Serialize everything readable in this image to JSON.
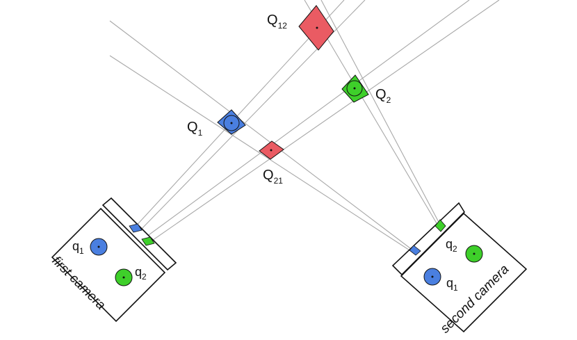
{
  "colors": {
    "blue": "#4a7fe0",
    "green": "#3ecf2a",
    "red": "#ea5b63",
    "ray": "#a8a8a8",
    "outline": "#111111"
  },
  "points": {
    "Q1": {
      "base": "Q",
      "sub": "1"
    },
    "Q2": {
      "base": "Q",
      "sub": "2"
    },
    "Q12": {
      "base": "Q",
      "sub": "12"
    },
    "Q21": {
      "base": "Q",
      "sub": "21"
    }
  },
  "first_camera": {
    "label": "first camera",
    "q1": {
      "base": "q",
      "sub": "1"
    },
    "q2": {
      "base": "q",
      "sub": "2"
    }
  },
  "second_camera": {
    "label": "second camera",
    "q1": {
      "base": "q",
      "sub": "1"
    },
    "q2": {
      "base": "q",
      "sub": "2"
    }
  }
}
